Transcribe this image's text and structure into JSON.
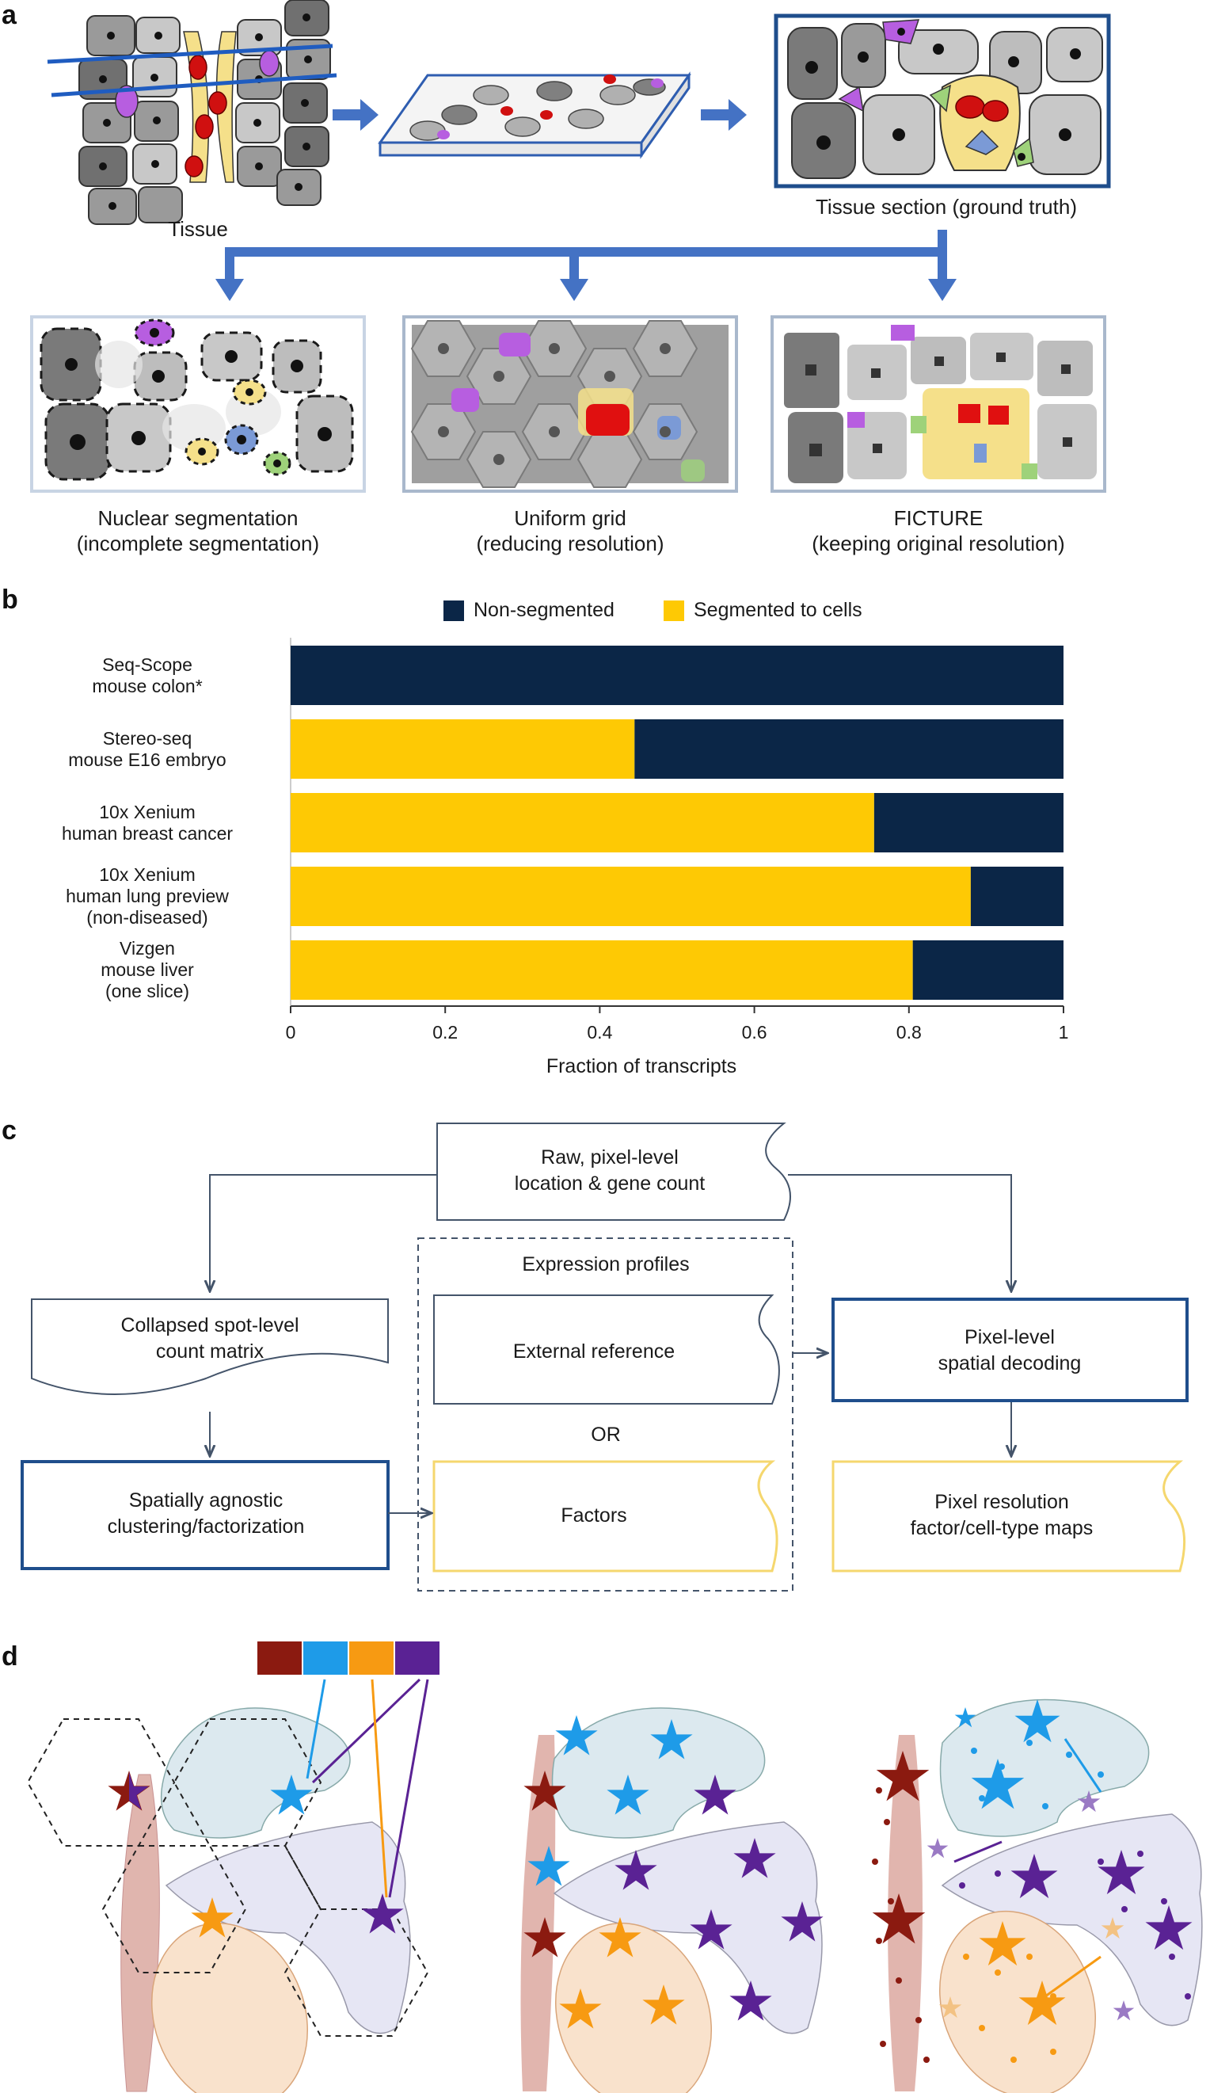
{
  "panels": {
    "a": "a",
    "b": "b",
    "c": "c",
    "d": "d"
  },
  "panel_a": {
    "tissue": "Tissue",
    "section": "Tissue section (ground truth)",
    "methods": [
      {
        "line1": "Nuclear segmentation",
        "line2": "(incomplete segmentation)"
      },
      {
        "line1": "Uniform grid",
        "line2": "(reducing resolution)"
      },
      {
        "line1": "FICTURE",
        "line2": "(keeping original resolution)"
      }
    ]
  },
  "chart_data": {
    "type": "bar",
    "orientation": "horizontal",
    "stacked": true,
    "categories": [
      "Seq-Scope mouse colon*",
      "Stereo-seq mouse E16 embryo",
      "10x Xenium human breast cancer",
      "10x Xenium human lung preview (non-diseased)",
      "Vizgen mouse liver (one slice)"
    ],
    "category_lines": [
      [
        "Seq-Scope",
        "mouse colon*"
      ],
      [
        "Stereo-seq",
        "mouse E16 embryo"
      ],
      [
        "10x Xenium",
        "human breast cancer"
      ],
      [
        "10x Xenium",
        "human lung preview",
        "(non-diseased)"
      ],
      [
        "Vizgen",
        "mouse liver",
        "(one slice)"
      ]
    ],
    "series": [
      {
        "name": "Segmented to cells",
        "values": [
          0.0,
          0.445,
          0.755,
          0.88,
          0.805
        ],
        "color": "#fec904"
      },
      {
        "name": "Non-segmented",
        "values": [
          1.0,
          0.555,
          0.245,
          0.12,
          0.195
        ],
        "color": "#0b2647"
      }
    ],
    "legend": [
      "Non-segmented",
      "Segmented to cells"
    ],
    "legend_position": "top",
    "xlabel": "Fraction of transcripts",
    "xlim": [
      0,
      1
    ],
    "xticks": [
      "0",
      "0.2",
      "0.4",
      "0.6",
      "0.8",
      "1"
    ],
    "grid": false
  },
  "panel_c": {
    "raw": [
      "Raw, pixel-level",
      "location & gene count"
    ],
    "collapsed": [
      "Collapsed spot-level",
      "count matrix"
    ],
    "expression_profiles": "Expression profiles",
    "external_reference": "External reference",
    "or": "OR",
    "factors": "Factors",
    "decoding": [
      "Pixel-level",
      "spatial decoding"
    ],
    "clustering": [
      "Spatially agnostic",
      "clustering/factorization"
    ],
    "maps": [
      "Pixel resolution",
      "factor/cell-type maps"
    ],
    "colors": {
      "box_blue": "#1f4e8c",
      "box_yellow": "#f5d76e",
      "line": "#44546a"
    }
  },
  "panel_d": {
    "factor_colors": [
      "#8b1a10",
      "#1e9be8",
      "#f79a12",
      "#5a2294"
    ]
  }
}
